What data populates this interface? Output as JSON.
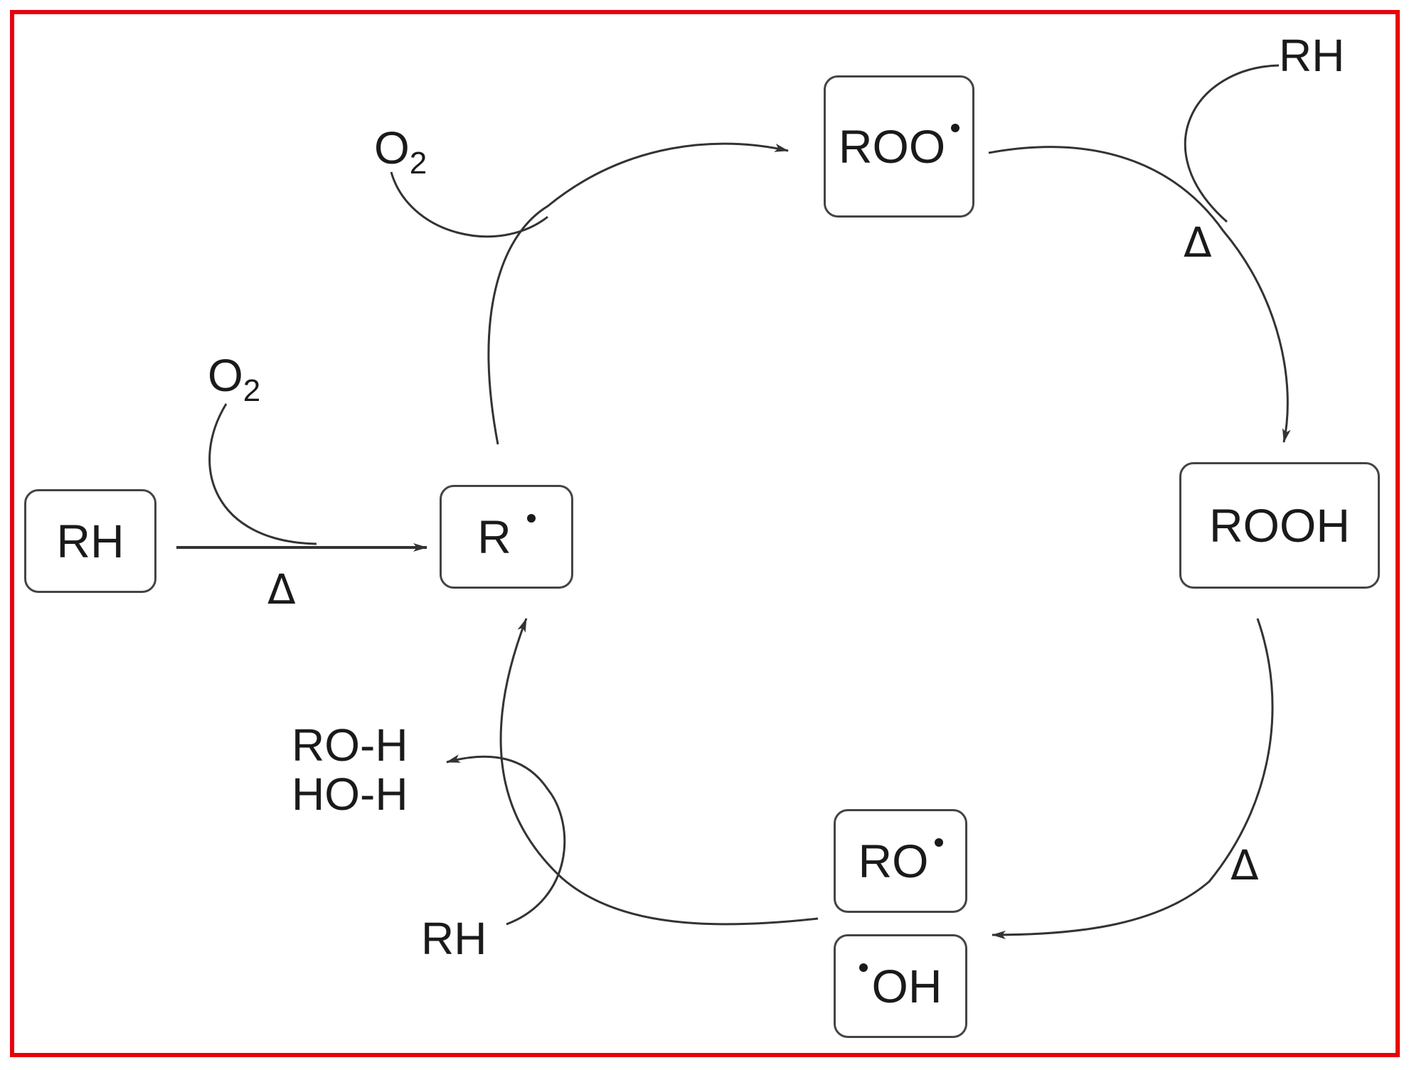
{
  "colors": {
    "frame": "#e8000b",
    "ink": "#1a1a1a",
    "box_border": "#444444",
    "arrow": "#333333"
  },
  "nodes": {
    "rh_start": "RH",
    "r_radical": "R",
    "roo_radical": "ROO",
    "rooh": "ROOH",
    "ro_radical": "RO",
    "oh_radical": "OH"
  },
  "labels": {
    "o2_initiation": {
      "main": "O",
      "sub": "2"
    },
    "delta_initiation": "Δ",
    "o2_cycle": {
      "main": "O",
      "sub": "2"
    },
    "rh_propagation": "RH",
    "delta_propagation": "Δ",
    "delta_decomposition": "Δ",
    "products": [
      "RO-H",
      "HO-H"
    ],
    "rh_abstraction": "RH"
  }
}
